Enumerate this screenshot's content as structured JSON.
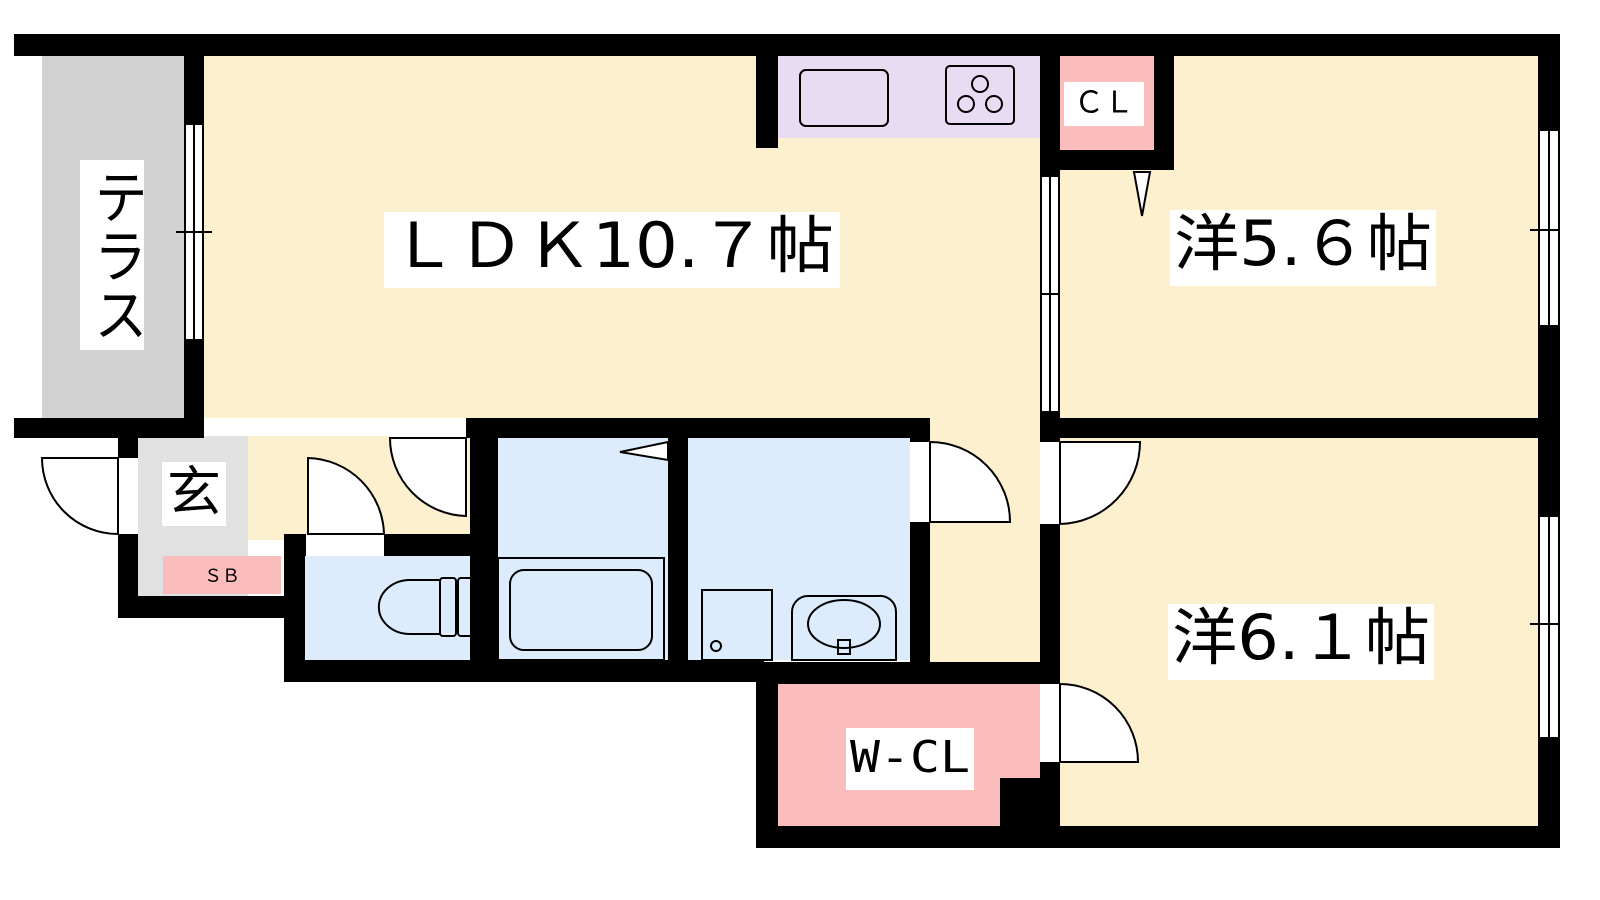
{
  "colors": {
    "living": "#fdf0cf",
    "terrace": "#d2d2d2",
    "wet": "#dcecfc",
    "closet": "#fbbcbc",
    "kitchen": "#e8dcf3",
    "entry": "#e1e1e1",
    "wall": "#000000"
  },
  "rooms": {
    "ldk": "ＬＤＫ10.７帖",
    "western1": "洋5.６帖",
    "western2": "洋6.１帖",
    "terrace": "テラス",
    "entrance": "玄",
    "shoe_box": "ＳＢ",
    "closet": "ＣＬ",
    "walk_in_closet": "W-CL"
  },
  "icons": [
    "stove-icon",
    "sink-icon",
    "toilet-icon",
    "bathtub-icon",
    "washbasin-icon",
    "washing-machine-icon"
  ]
}
